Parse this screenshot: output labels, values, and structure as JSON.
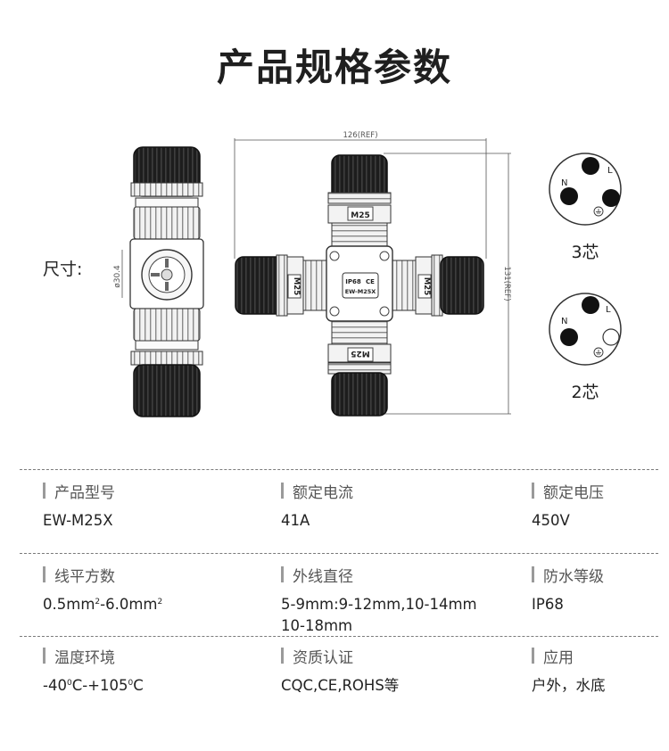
{
  "title": "产品规格参数",
  "size_label": "尺寸:",
  "drawing": {
    "width_ref": "126(REF)",
    "height_ref": "131(REF)",
    "diameter": "ø30.4",
    "thread": "M25",
    "badge_ip": "IP68",
    "badge_ce": "CE",
    "badge_model": "EW-M25X"
  },
  "pins": {
    "three_core": {
      "caption": "3芯",
      "labels": [
        "L",
        "N"
      ]
    },
    "two_core": {
      "caption": "2芯",
      "labels": [
        "L",
        "N"
      ]
    }
  },
  "specs": {
    "model": {
      "label": "产品型号",
      "value": "EW-M25X"
    },
    "rated_current": {
      "label": "额定电流",
      "value": "41A"
    },
    "rated_voltage": {
      "label": "额定电压",
      "value": "450V"
    },
    "wire_gauge": {
      "label": "线平方数",
      "value_a": "0.5mm",
      "sup_a": "2",
      "value_b": "-6.0mm",
      "sup_b": "2"
    },
    "cable_od": {
      "label": "外线直径",
      "line1": "5-9mm:9-12mm,10-14mm",
      "line2": "10-18mm"
    },
    "waterproof": {
      "label": "防水等级",
      "value": "IP68"
    },
    "temperature": {
      "label": "温度环境",
      "value_a": "-40",
      "sup_a": "0",
      "value_b": "C-+105",
      "sup_b": "0",
      "value_c": "C"
    },
    "certification": {
      "label": "资质认证",
      "value": "CQC,CE,ROHS等"
    },
    "application": {
      "label": "应用",
      "value": "户外，水底"
    }
  }
}
